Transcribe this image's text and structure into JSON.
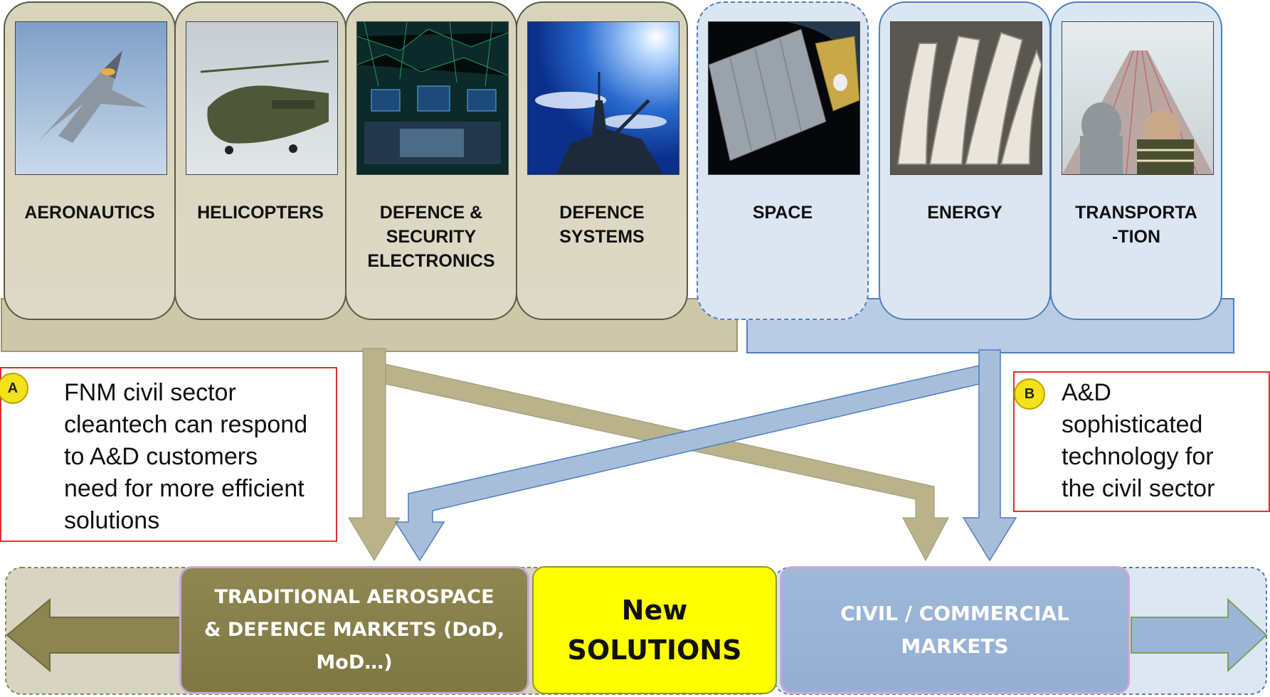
{
  "sectors": [
    {
      "label": "AERONAUTICS",
      "icon": "fighter-jet-photo"
    },
    {
      "label": "HELICOPTERS",
      "icon": "helicopter-photo"
    },
    {
      "label": "DEFENCE &\nSECURITY\nELECTRONICS",
      "icon": "control-room-photo"
    },
    {
      "label": "DEFENCE\nSYSTEMS",
      "icon": "warship-photo"
    },
    {
      "label": "SPACE",
      "icon": "satellite-photo"
    },
    {
      "label": "ENERGY",
      "icon": "turbine-blades-photo"
    },
    {
      "label": "TRANSPORTA\n-TION",
      "icon": "railway-photo"
    }
  ],
  "callouts": {
    "a": {
      "badge": "A",
      "text": "FNM civil sector\ncleantech can respond\nto  A&D customers\nneed for more efficient\nsolutions"
    },
    "b": {
      "badge": "B",
      "text": "A&D\nsophisticated\ntechnology for\nthe civil  sector"
    }
  },
  "markets": {
    "traditional": "TRADITIONAL AEROSPACE\n& DEFENCE MARKETS (DoD,\nMoD…)",
    "new_solutions": "New\nSOLUTIONS",
    "civil": "CIVIL / COMMERCIAL\nMARKETS"
  },
  "colors": {
    "defence_tan": "#d8d4bc",
    "defence_olive": "#8c8551",
    "civil_blue": "#9bb5d7",
    "new_yellow": "#ffff00",
    "callout_red": "#e03030"
  }
}
